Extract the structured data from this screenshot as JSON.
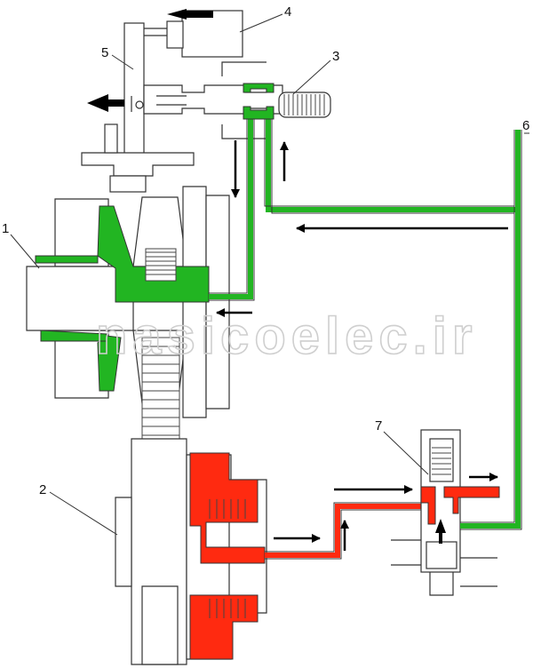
{
  "callouts": [
    {
      "id": "1",
      "text": "1"
    },
    {
      "id": "2",
      "text": "2"
    },
    {
      "id": "3",
      "text": "3"
    },
    {
      "id": "4",
      "text": "4"
    },
    {
      "id": "5",
      "text": "5"
    },
    {
      "id": "6",
      "text": "6"
    },
    {
      "id": "7",
      "text": "7"
    }
  ],
  "watermark": "nasicoelec.ir",
  "colors": {
    "primary_oil": "#22b522",
    "secondary_oil": "#ff2a10",
    "outline": "#333333",
    "arrow": "#000000"
  }
}
